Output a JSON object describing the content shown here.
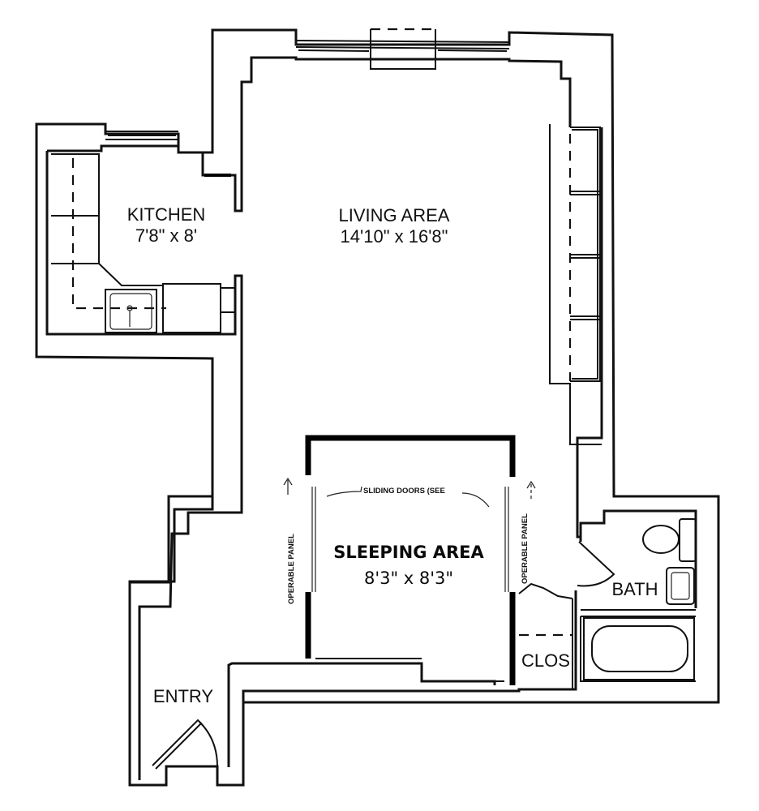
{
  "plan": {
    "rooms": {
      "kitchen": {
        "name": "KITCHEN",
        "dimensions": "7'8\" x 8'"
      },
      "living": {
        "name": "LIVING AREA",
        "dimensions": "14'10\" x 16'8\""
      },
      "sleeping": {
        "name": "SLEEPING AREA",
        "dimensions": "8'3\" x 8'3\""
      },
      "bath": {
        "name": "BATH"
      },
      "closet": {
        "name": "CLOS"
      },
      "entry": {
        "name": "ENTRY"
      }
    },
    "annotations": {
      "sliding_doors": "SLIDING DOORS (SEE",
      "operable_panel_left": "OPERABLE PANEL",
      "operable_panel_right": "OPERABLE PANEL"
    },
    "colors": {
      "line": "#111111",
      "background": "#ffffff"
    }
  }
}
